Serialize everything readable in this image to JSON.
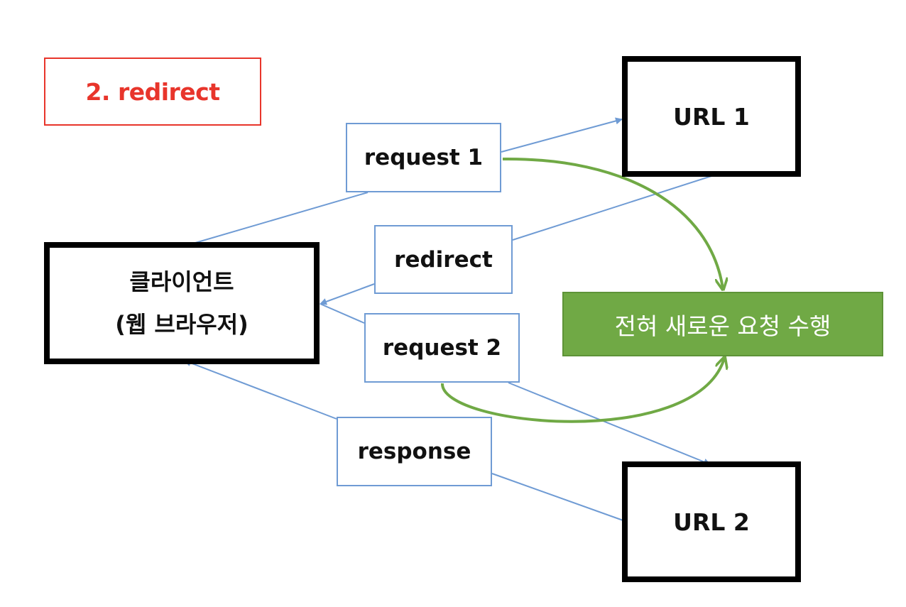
{
  "diagram": {
    "title": "2. redirect",
    "nodes": {
      "url1": "URL 1",
      "url2": "URL 2",
      "client_line1": "클라이언트",
      "client_line2": "(웹 브라우저)"
    },
    "edge_labels": {
      "request1": "request 1",
      "redirect": "redirect",
      "request2": "request 2",
      "response": "response"
    },
    "action": "전혀 새로운 요청 수행",
    "colors": {
      "title": "#e8352b",
      "edge": "#6f9bd4",
      "action_fill": "#70a945",
      "curve": "#70a945"
    }
  }
}
